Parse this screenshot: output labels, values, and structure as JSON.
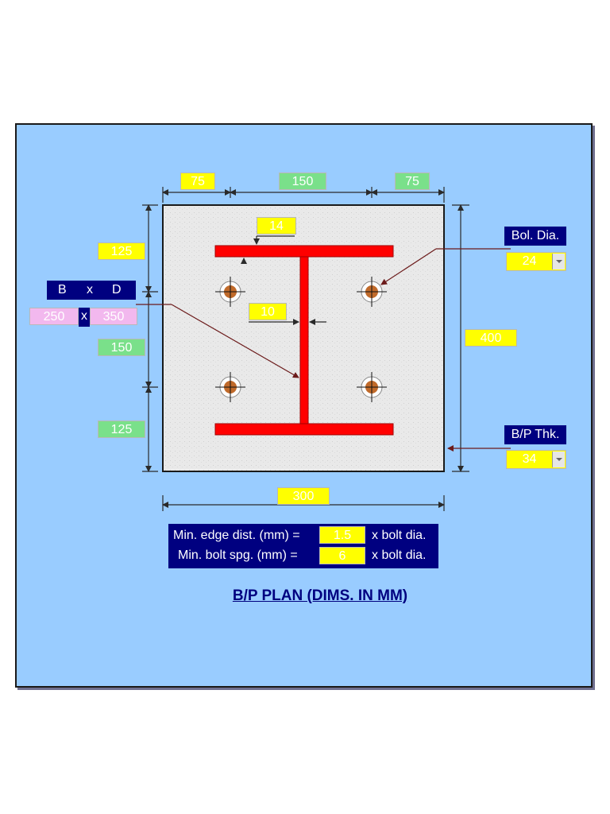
{
  "dims": {
    "top_left": "75",
    "top_mid": "150",
    "top_right": "75",
    "flange_thk": "14",
    "web_thk": "10",
    "left_top": "125",
    "left_mid": "150",
    "left_bot": "125",
    "right_height": "400",
    "bottom_width": "300"
  },
  "section": {
    "header_b": "B",
    "header_x": "x",
    "header_d": "D",
    "b_value": "250",
    "sep": "x",
    "d_value": "350"
  },
  "bolt_dia": {
    "label": "Bol. Dia.",
    "value": "24"
  },
  "bp_thk": {
    "label": "B/P Thk.",
    "value": "34"
  },
  "min_box": {
    "edge_label": "Min. edge dist. (mm) =",
    "edge_value": "1.5",
    "edge_unit": "x bolt dia.",
    "spg_label": "Min. bolt spg. (mm) =",
    "spg_value": "6",
    "spg_unit": "x bolt dia."
  },
  "caption": "B/P PLAN (DIMS. IN MM)",
  "colors": {
    "background": "#99ccff",
    "plate": "#e8e8e8",
    "section": "#ff0000",
    "leader": "#6b1a1a",
    "input": "#ffff00",
    "calc": "#7ae08a",
    "label_bg": "#000080"
  }
}
